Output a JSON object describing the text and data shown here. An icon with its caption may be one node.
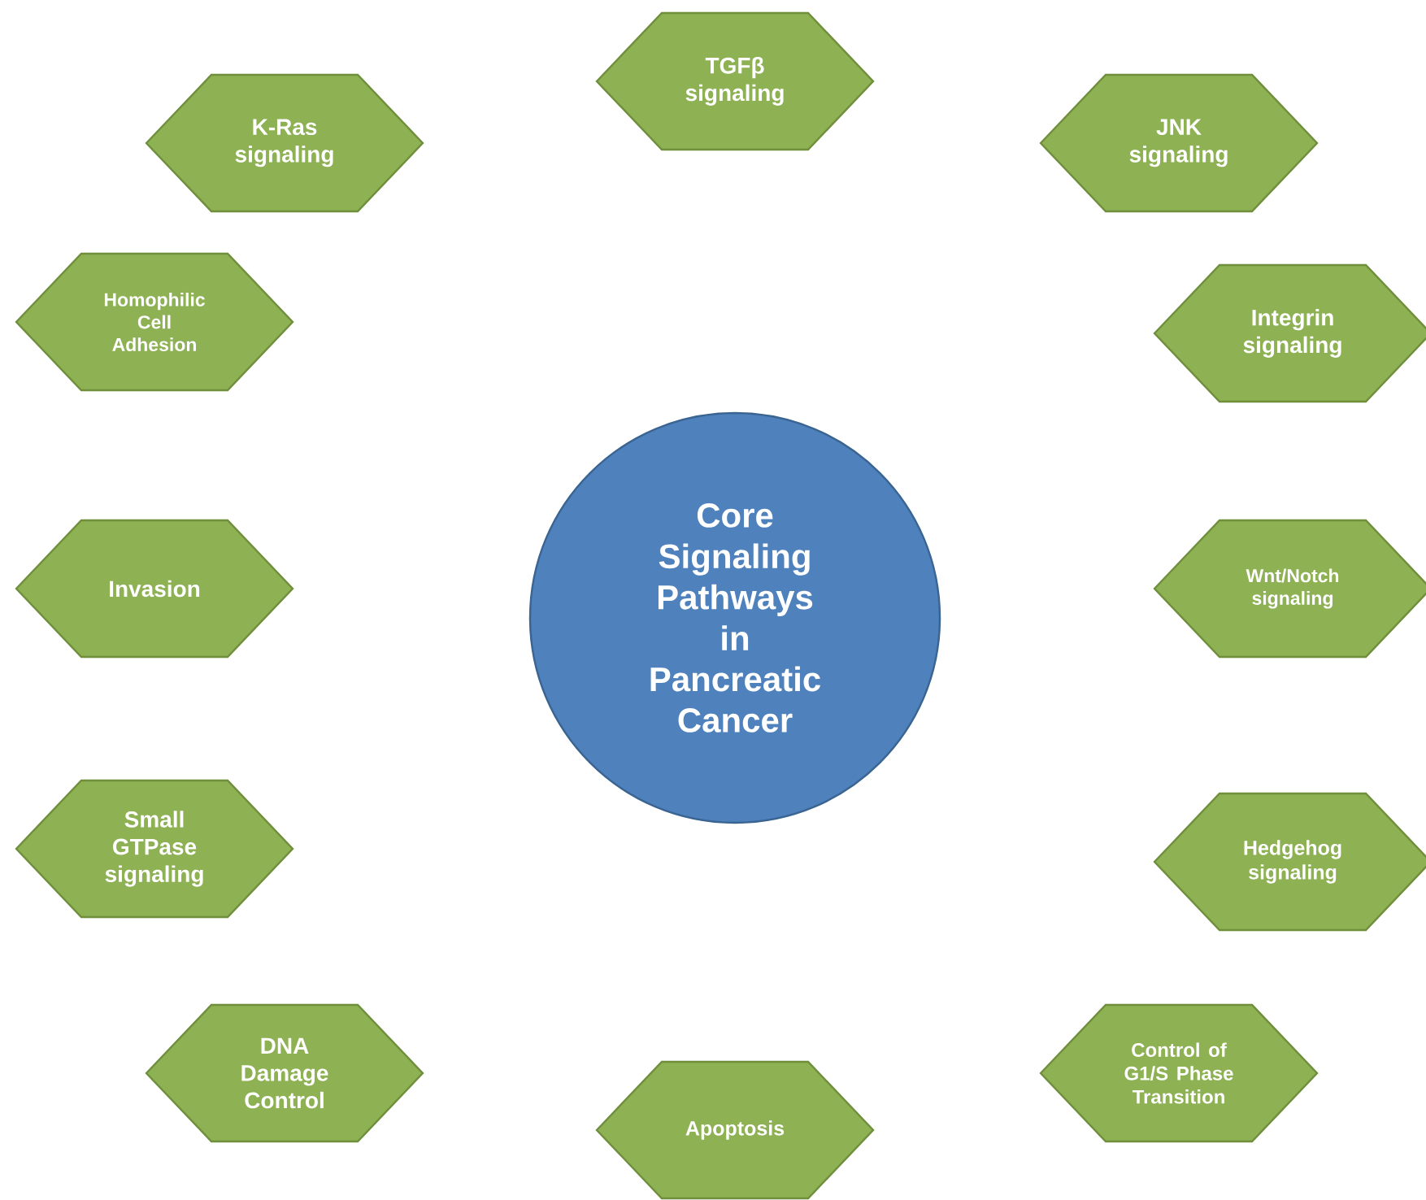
{
  "diagram": {
    "nodes": [
      {
        "text": [
          "Core Signaling Pathways in Pancreatic Cancer"
        ]
      },
      {
        "text": [
          "TGFβ signaling"
        ]
      },
      {
        "text": [
          "K-Ras signaling"
        ]
      },
      {
        "text": [
          "JNK signaling"
        ]
      },
      {
        "text": [
          "Homophilic Cell Adhesion"
        ]
      },
      {
        "text": [
          "Integrin signaling"
        ]
      },
      {
        "text": [
          "Invasion"
        ]
      },
      {
        "text": [
          "Wnt/Notch signaling"
        ]
      },
      {
        "text": [
          "Small GTPase signaling"
        ]
      },
      {
        "text": [
          "Hedgehog signaling"
        ]
      },
      {
        "text": [
          "DNA Damage Control"
        ]
      },
      {
        "text": [
          "Control of G1/S Phase Transition"
        ]
      },
      {
        "text": [
          "Apoptosis"
        ]
      }
    ]
  }
}
